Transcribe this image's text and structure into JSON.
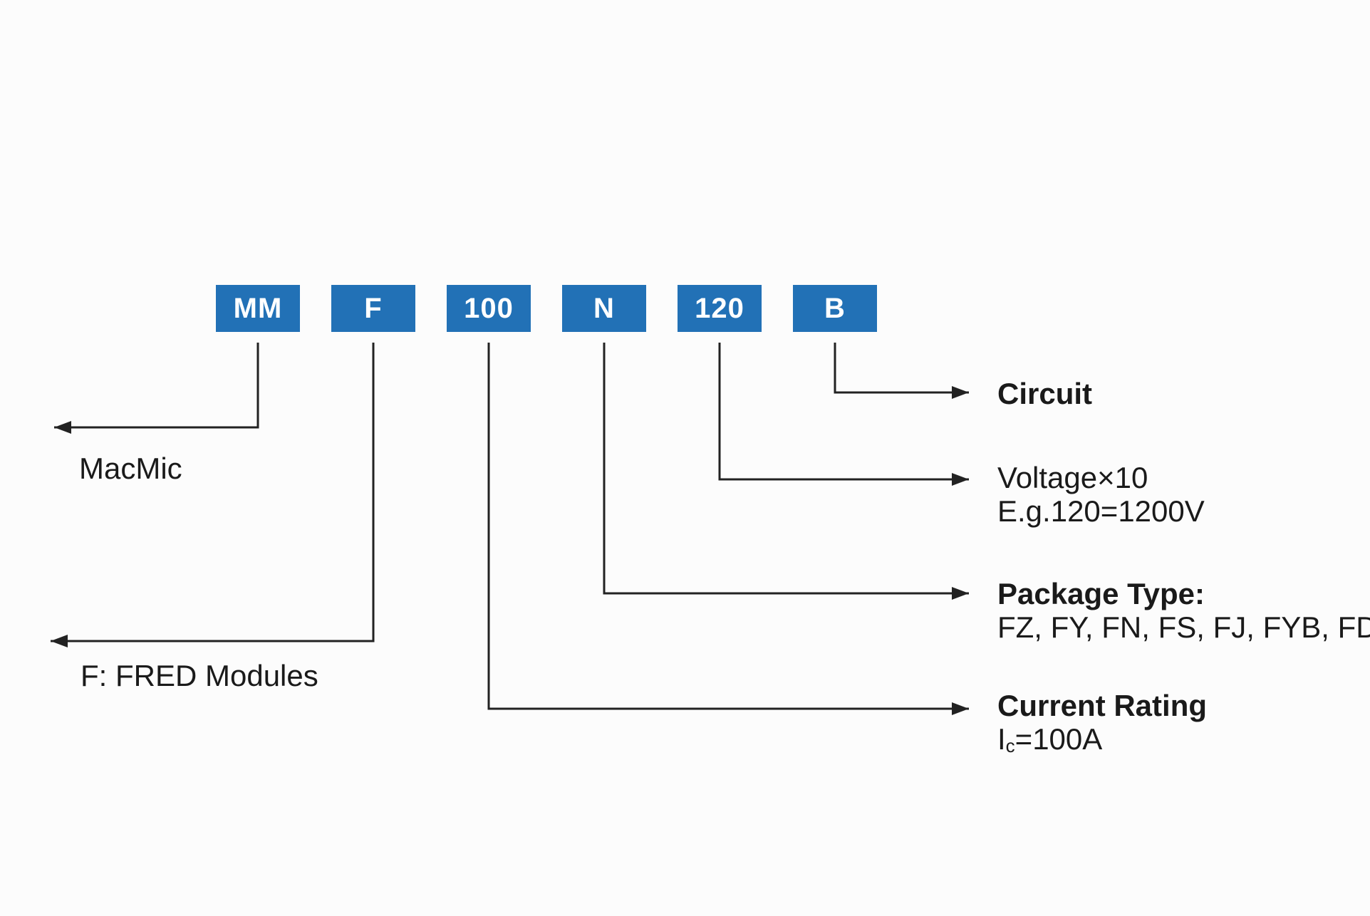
{
  "diagram": {
    "description": "Part number decoding diagram",
    "part_number_example": "MMF100N120B",
    "part_segments": [
      {
        "code": "MM"
      },
      {
        "code": "F"
      },
      {
        "code": "100"
      },
      {
        "code": "N"
      },
      {
        "code": "120"
      },
      {
        "code": "B"
      }
    ],
    "callouts": {
      "manufacturer": {
        "label": "MacMic"
      },
      "series": {
        "label": "F: FRED Modules"
      },
      "circuit": {
        "title": "Circuit"
      },
      "voltage": {
        "title": "Voltage×10",
        "detail": "E.g.120=1200V"
      },
      "package": {
        "title": "Package Type:",
        "detail": "FZ, FY, FN, FS, FJ, FYB, FD"
      },
      "current": {
        "title": "Current Rating",
        "symbol": "I",
        "symbol_subscript": "c",
        "value": "=100A"
      }
    },
    "colors": {
      "segment_box": "#2271b6",
      "segment_text": "#ffffff",
      "connector": "#222222",
      "label_text": "#1a1a1a",
      "background": "#fcfcfc"
    }
  }
}
